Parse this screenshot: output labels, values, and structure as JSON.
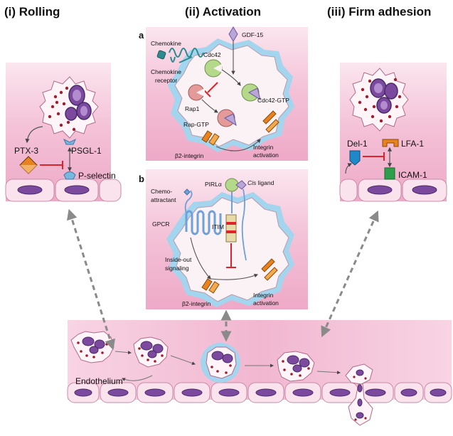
{
  "titles": {
    "rolling": "(i) Rolling",
    "activation": "(ii) Activation",
    "adhesion": "(iii) Firm adhesion"
  },
  "panel_a": {
    "letter": "a",
    "chemokine": "Chemokine",
    "chemokine_receptor_1": "Chemokine",
    "chemokine_receptor_2": "receptor",
    "gdf15": "GDF-15",
    "cdc42": "Cdc42",
    "cdc42_gtp": "Cdc42-GTP",
    "rap1": "Rap1",
    "rap_gtp": "Rap-GTP",
    "b2_integrin": "β2-integrin",
    "integrin_activation_1": "Integrin",
    "integrin_activation_2": "activation"
  },
  "panel_b": {
    "letter": "b",
    "pirla_prefix": "PIRL",
    "pirla_suffix": "α",
    "cis_ligand_prefix": "Cis",
    "cis_ligand_suffix": " ligand",
    "chemoattractant_1": "Chemo-",
    "chemoattractant_2": "attractant",
    "gpcr": "GPCR",
    "itim": "ITIM",
    "inside_out_1": "Inside-out",
    "inside_out_2": "signaling",
    "b2_integrin": "β2-integrin",
    "integrin_activation_1": "Integrin",
    "integrin_activation_2": "activation"
  },
  "rolling": {
    "ptx3": "PTX-3",
    "psgl1": "PSGL-1",
    "p_selectin": "P-selectin"
  },
  "adhesion": {
    "del1": "Del-1",
    "lfa1": "LFA-1",
    "icam1": "ICAM-1"
  },
  "bottom": {
    "endothelium": "Endothelium"
  },
  "colors": {
    "vessel_pink": "#f2bcd3",
    "endothelial_cell": "#fbe3ee",
    "nucleus_purple": "#7b4a9e",
    "granule_red": "#9c1f2f",
    "integrin_orange": "#e8821e",
    "inhibition_red": "#e0222a",
    "cdc42_green": "#b5d98a",
    "rap_pink": "#e59a9a",
    "gdf15_lilac": "#b9a6d6",
    "receptor_teal": "#2e8a8e",
    "del1_blue": "#1e88c8",
    "icam_green": "#2e9e4a",
    "gpcr_blue": "#6fa0d8",
    "halo_blue": "#9fd2ec",
    "arrow_grey": "#8a8a8a"
  }
}
